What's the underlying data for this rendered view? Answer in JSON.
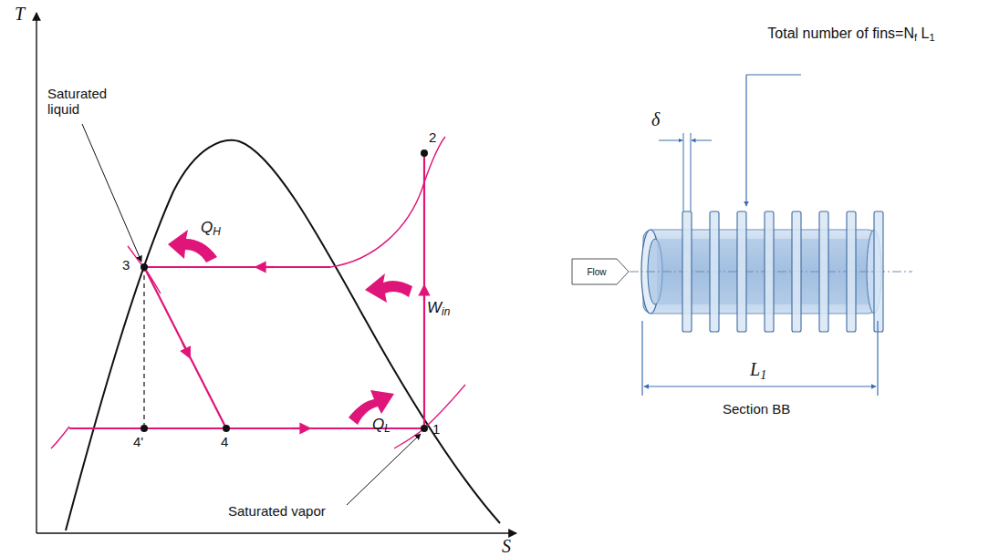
{
  "diagram": {
    "nodes": [
      {
        "text": [
          "Flow"
        ]
      }
    ],
    "labels": [
      "T",
      "S",
      "Saturated liquid",
      "QH",
      "Win",
      "QL",
      "Saturated vapor",
      "2",
      "3",
      "1",
      "4'",
      "4",
      "δ",
      "Total number of fins=Nf L1",
      "L1",
      "Section BB"
    ]
  }
}
